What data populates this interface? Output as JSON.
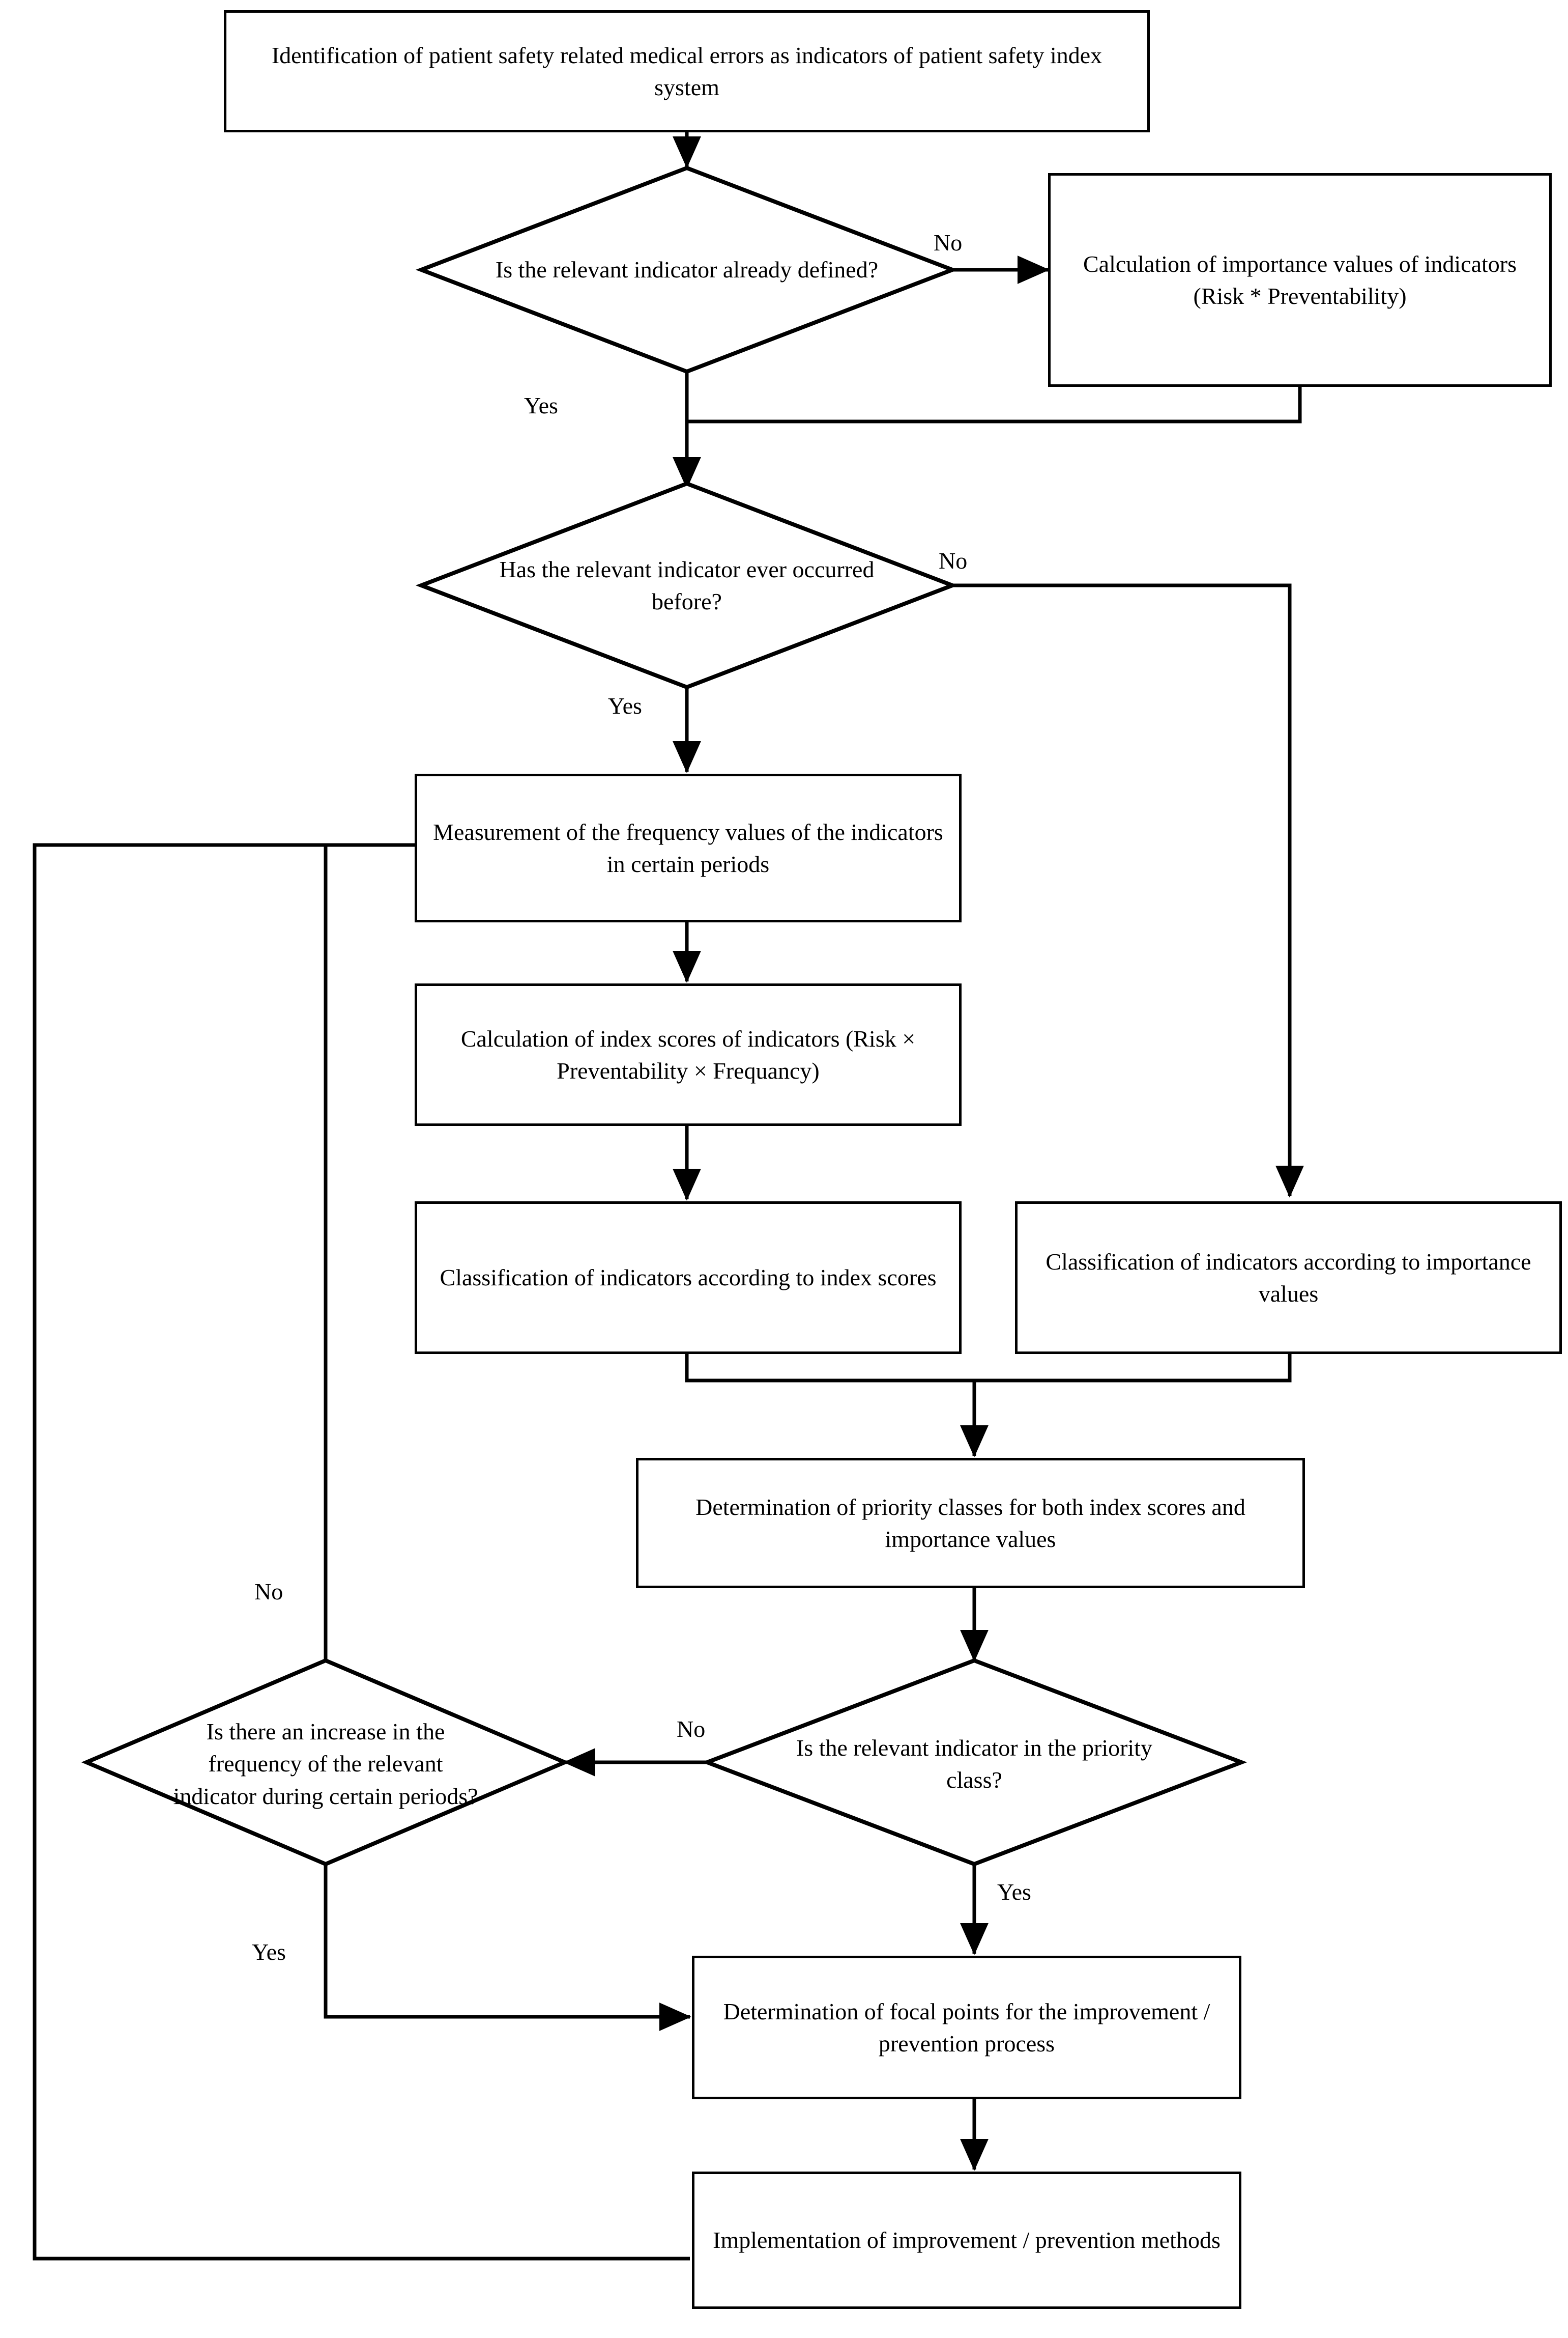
{
  "diagram": {
    "title": "Patient safety index system flowchart",
    "colors": {
      "stroke": "#000000",
      "fill": "#ffffff",
      "text": "#000000"
    },
    "nodes": {
      "identification": {
        "shape": "process",
        "lines": [
          "Identification of patient safety related medical errors as indicators of",
          "patient safety index system"
        ],
        "text": "Identification of patient safety related medical errors as indicators of patient safety index system"
      },
      "indicator_defined": {
        "shape": "decision",
        "text": "Is the relevant indicator already defined?"
      },
      "importance_calc": {
        "shape": "process",
        "text": "Calculation of importance values of indicators (Risk * Preventability)"
      },
      "occurred_before": {
        "shape": "decision",
        "text": "Has the relevant indicator ever occurred before?"
      },
      "frequency_measurement": {
        "shape": "process",
        "text": "Measurement of the frequency values of the indicators in certain periods"
      },
      "index_scores_calc": {
        "shape": "process",
        "text": "Calculation of index scores of indicators (Risk ×  Preventability ×  Frequancy)"
      },
      "classify_index": {
        "shape": "process",
        "text": "Classification of indicators according to index scores"
      },
      "classify_importance": {
        "shape": "process",
        "text": "Classification of indicators according to importance values"
      },
      "priority_classes": {
        "shape": "process",
        "text": "Determination of priority classes for both index scores and importance values"
      },
      "frequency_increase": {
        "shape": "decision",
        "text": "Is there an increase in the frequency of the relevant indicator during certain periods?"
      },
      "in_priority_class": {
        "shape": "decision",
        "text": "Is the relevant indicator in the priority class?"
      },
      "focal_points": {
        "shape": "process",
        "text": "Determination of focal points for the improvement / prevention process"
      },
      "implementation": {
        "shape": "process",
        "text": "Implementation of improvement / prevention methods"
      }
    },
    "edge_labels": {
      "defined_no": "No",
      "defined_yes": "Yes",
      "occurred_no": "No",
      "occurred_yes": "Yes",
      "priority_no": "No",
      "priority_yes": "Yes",
      "increase_no": "No",
      "increase_yes": "Yes"
    }
  }
}
